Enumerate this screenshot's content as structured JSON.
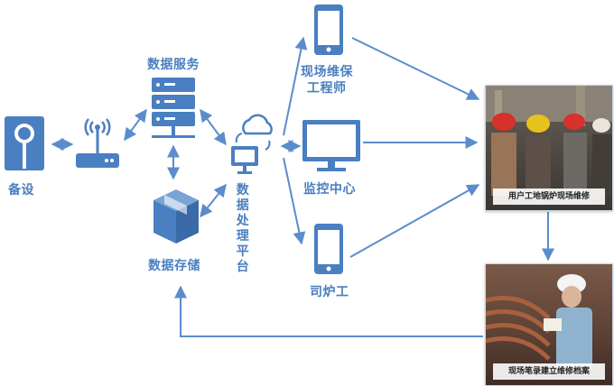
{
  "nodes": {
    "device": "备设",
    "data_service": "数据服务",
    "data_storage": "数据存储",
    "processing_platform": "数据处理平台",
    "maintenance_engineer_line1": "现场维保",
    "maintenance_engineer_line2": "工程师",
    "monitoring_center": "监控中心",
    "boiler_operator": "司炉工"
  },
  "photos": {
    "onsite_repair": "用户工地锅炉现场维修",
    "record_archive": "现场笔录建立维修档案"
  },
  "colors": {
    "accent": "#4a7fc1",
    "arrow": "#5b8ccc"
  },
  "icons": [
    "scale-icon",
    "router-icon",
    "server-icon",
    "box-icon",
    "cloud-monitor-icon",
    "phone-icon",
    "monitor-icon"
  ]
}
